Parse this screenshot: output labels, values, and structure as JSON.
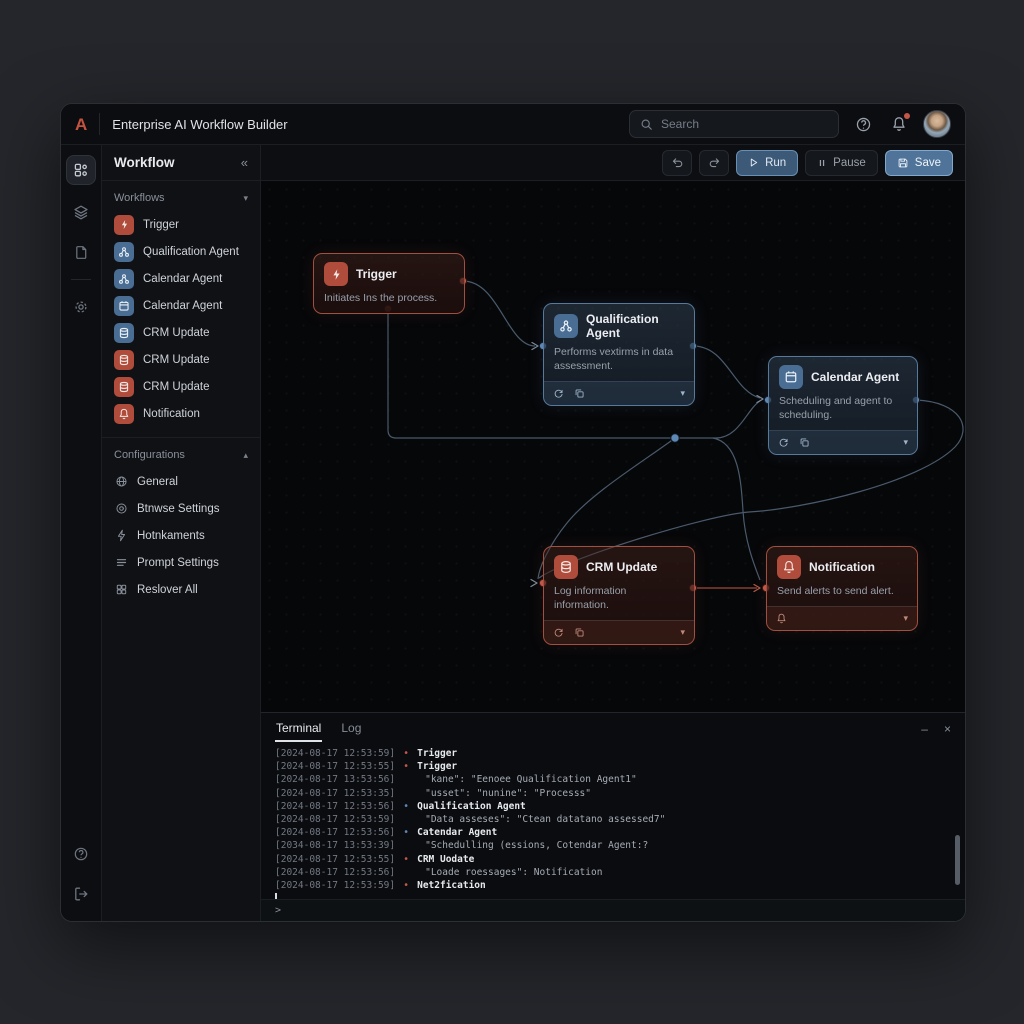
{
  "header": {
    "logo_letter": "A",
    "title": "Enterprise AI Workflow Builder",
    "search_placeholder": "Search"
  },
  "toolbar": {
    "run": "Run",
    "pause": "Pause",
    "save": "Save"
  },
  "sidebar": {
    "title": "Workflow",
    "sections": [
      {
        "label": "Workflows",
        "chevron": "▾",
        "items": [
          {
            "label": "Trigger",
            "tile_class": "tile red",
            "icon_href": "#i-zap"
          },
          {
            "label": "Qualification Agent",
            "tile_class": "tile blue",
            "icon_href": "#i-nodes"
          },
          {
            "label": "Calendar Agent",
            "tile_class": "tile blue",
            "icon_href": "#i-nodes"
          },
          {
            "label": "Calendar Agent",
            "tile_class": "tile blue",
            "icon_href": "#i-calendar"
          },
          {
            "label": "CRM Update",
            "tile_class": "tile blue",
            "icon_href": "#i-db"
          },
          {
            "label": "CRM Update",
            "tile_class": "tile red",
            "icon_href": "#i-db"
          },
          {
            "label": "CRM Update",
            "tile_class": "tile red",
            "icon_href": "#i-db"
          },
          {
            "label": "Notification",
            "tile_class": "tile red",
            "icon_href": "#i-bell"
          }
        ]
      },
      {
        "label": "Configurations",
        "chevron": "▴",
        "items": [
          {
            "label": "General",
            "icon_href": "#i-globe"
          },
          {
            "label": "Btnwse Settings",
            "icon_href": "#i-at"
          },
          {
            "label": "Hotnkaments",
            "icon_href": "#i-zap-o"
          },
          {
            "label": "Prompt Settings",
            "icon_href": "#i-lines"
          },
          {
            "label": "Reslover All",
            "icon_href": "#i-grid"
          }
        ]
      }
    ]
  },
  "canvas": {
    "nodes": {
      "trigger": {
        "title": "Trigger",
        "desc": "Initiates Ins the process.",
        "icon_href": "#i-zap"
      },
      "qa": {
        "title": "Qualification Agent",
        "desc": "Performs vextirms in data assessment.",
        "icon_href": "#i-nodes"
      },
      "cal": {
        "title": "Calendar Agent",
        "desc": "Scheduling and agent to scheduling.",
        "icon_href": "#i-calendar"
      },
      "crm": {
        "title": "CRM Update",
        "desc": "Log information information.",
        "icon_href": "#i-db"
      },
      "notif": {
        "title": "Notification",
        "desc": "Send alerts to send alert.",
        "icon_href": "#i-bell"
      }
    },
    "colors": {
      "blue_accent": "#5d87b5",
      "red_accent": "#c4574a",
      "edge": "#4a5a6c",
      "edge_red": "#9e4a3c"
    }
  },
  "terminal": {
    "tabs": [
      {
        "label": "Terminal"
      },
      {
        "label": "Log"
      }
    ],
    "prompt_symbol": ">",
    "lines": [
      {
        "time": "[2024-08-17 12:53:59]",
        "bullet_class": "bullet red",
        "text_class": "txt event",
        "text": "Trigger"
      },
      {
        "time": "[2024-08-17 12:53:55]",
        "bullet_class": "bullet red",
        "text_class": "txt event",
        "text": "Trigger"
      },
      {
        "time": "[2024-08-17 13:53:56]",
        "bullet_class": "bullet hide",
        "text_class": "txt detail",
        "text": "\"kane\": \"Eenoee Qualification Agent1\""
      },
      {
        "time": "[2024-08-17 12:53:35]",
        "bullet_class": "bullet hide",
        "text_class": "txt detail",
        "text": "\"usset\": \"nunine\": \"Processs\""
      },
      {
        "time": "[2024-08-17 12:53:56]",
        "bullet_class": "bullet blue",
        "text_class": "txt event",
        "text": "Qualification Agent"
      },
      {
        "time": "[2024-08-17 12:53:59]",
        "bullet_class": "bullet hide",
        "text_class": "txt detail",
        "text": "\"Data asseses\": \"Ctean datatano assessed7\""
      },
      {
        "time": "[2024-08-17 12:53:56]",
        "bullet_class": "bullet blue",
        "text_class": "txt event",
        "text": "Catendar Agent"
      },
      {
        "time": "[2034-08-17 13:53:39]",
        "bullet_class": "bullet hide",
        "text_class": "txt detail",
        "text": "\"Schedulling (essions, Cotendar Agent:?"
      },
      {
        "time": "[2024-08-17 12:53:55]",
        "bullet_class": "bullet red",
        "text_class": "txt event",
        "text": "CRM Uodate"
      },
      {
        "time": "[2024-08-17 12:53:56]",
        "bullet_class": "bullet hide",
        "text_class": "txt detail",
        "text": "\"Loade roessages\": Notification"
      },
      {
        "time": "[2024-08-17 12:53:59]",
        "bullet_class": "bullet red",
        "text_class": "txt event",
        "text": "Net2fication"
      }
    ]
  },
  "glyphs": {
    "bullet": "•",
    "chevron_down": "▾",
    "collapse": "«",
    "minimize": "–",
    "close": "×"
  }
}
